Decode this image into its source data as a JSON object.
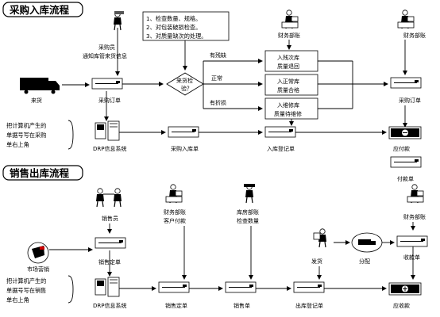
{
  "purchase": {
    "title": "采购入库流程",
    "notice": [
      "1、检查数量、规格。",
      "2、对包装破损检查。",
      "3、对质量缺次的处理。"
    ],
    "buyer": [
      "采购员",
      "通知库管来货信息"
    ],
    "finance_top": "财务部账",
    "finance_right": "财务部账",
    "incoming": "来货",
    "order": "采购订单",
    "check": [
      "来货检",
      "验？"
    ],
    "branch_defective": "有残缺",
    "branch_normal": "正常",
    "branch_damaged": "有折损",
    "box_defective": [
      "入残次库",
      "质量退回"
    ],
    "box_normal": [
      "入正常库",
      "质量合格"
    ],
    "box_repair": [
      "入维修库",
      "质量待维修"
    ],
    "order_right": "采购订单",
    "note_left": [
      "把计算机产生的",
      "单据号写在采购",
      "单右上角"
    ],
    "system": "DRP信息系统",
    "inbound_doc": "采购入库单",
    "registry": "入库登记单",
    "payable": "应付款",
    "pay_doc": "付款单"
  },
  "sales": {
    "title": "销售出库流程",
    "salesman": "销售员",
    "finance_mid": [
      "财务部账",
      "客户付款"
    ],
    "warehouse": [
      "库房部账",
      "检查数量"
    ],
    "finance_right": "财务部账",
    "market": "市场营销",
    "sales_order": "销售定单",
    "ship": "发货",
    "distribute": "分配",
    "receipt": "收款单",
    "note_left": [
      "把计算机产生的",
      "单据号写在销售",
      "单右上角"
    ],
    "system": "DRP信息系统",
    "sales_order_2": "销售定单",
    "sales_sheet": "销售单",
    "outbound": "出库登记单",
    "receivable": "应收款"
  }
}
